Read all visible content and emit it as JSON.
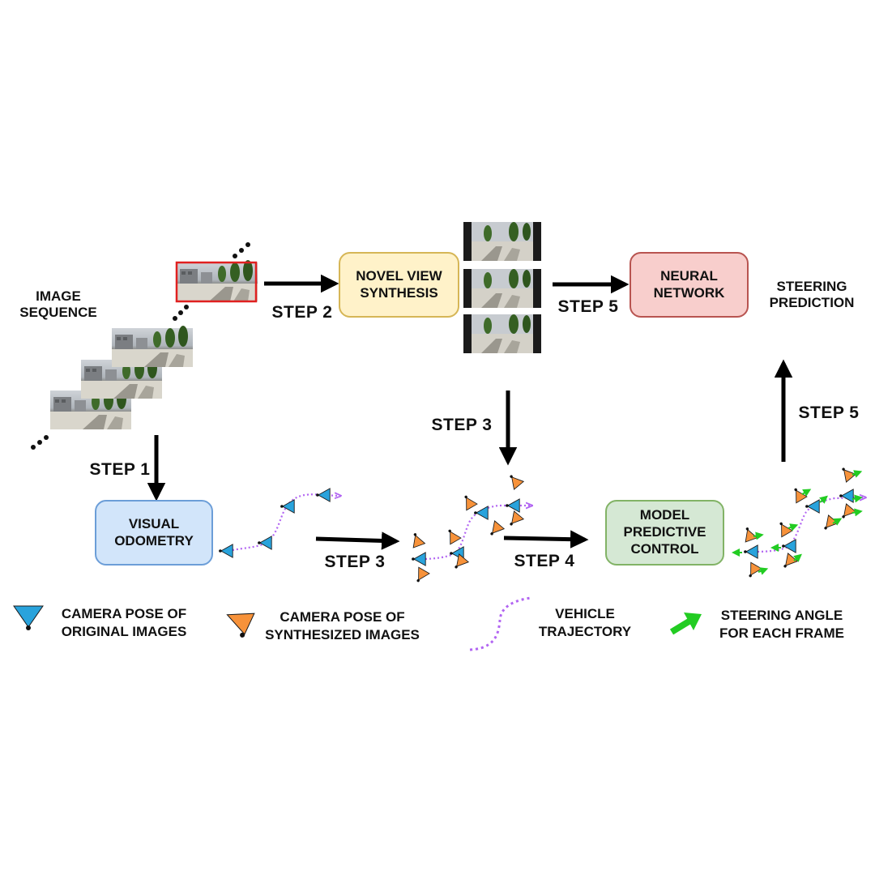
{
  "labels": {
    "image_sequence": "IMAGE\nSEQUENCE",
    "steering_prediction": "STEERING\nPREDICTION"
  },
  "boxes": {
    "novel_view": "NOVEL VIEW\nSYNTHESIS",
    "neural_network": "NEURAL\nNETWORK",
    "visual_odometry": "VISUAL\nODOMETRY",
    "mpc": "MODEL\nPREDICTIVE\nCONTROL"
  },
  "steps": {
    "step1": "STEP 1",
    "step2": "STEP 2",
    "step3_left": "STEP 3",
    "step3_top": "STEP 3",
    "step4": "STEP 4",
    "step5_top": "STEP 5",
    "step5_right": "STEP 5"
  },
  "legend": {
    "original": "CAMERA POSE OF\nORIGINAL IMAGES",
    "synthesized": "CAMERA POSE OF\nSYNTHESIZED IMAGES",
    "trajectory": "VEHICLE\nTRAJECTORY",
    "steering": "STEERING ANGLE\nFOR EACH FRAME"
  },
  "colors": {
    "original_pose": "#29a3dc",
    "synthesized_pose": "#f7923a",
    "trajectory": "#b265f2",
    "steering_arrow": "#22cc22",
    "novel_view_fill": "#fff2c9",
    "novel_view_border": "#d6b656",
    "neural_fill": "#f8cecc",
    "neural_border": "#b85450",
    "odometry_fill": "#d2e5fa",
    "odometry_border": "#6c9ed8",
    "mpc_fill": "#d5e8d4",
    "mpc_border": "#82b366",
    "highlight_frame": "#e02020"
  },
  "icons": {
    "original_pose": "blue-triangle-camera-icon",
    "synthesized_pose": "orange-triangle-camera-icon",
    "trajectory": "dotted-curve-icon",
    "steering": "green-arrow-icon",
    "continuation": "ellipsis-dots-icon"
  }
}
